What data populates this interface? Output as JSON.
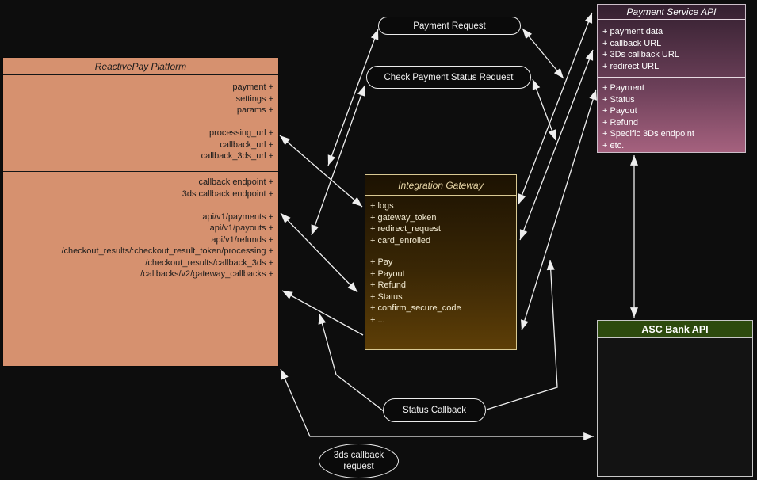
{
  "canvas": {
    "background": "#0d0d0d",
    "arrow_color": "#eeeeee"
  },
  "nodes": {
    "reactivepay_platform": {
      "title": "ReactivePay Platform",
      "fill": "#d6916f",
      "text_color": "#1c1c1c",
      "attributes": [
        "payment +",
        "settings +",
        "params +",
        "",
        "processing_url +",
        "callback_url +",
        "callback_3ds_url +"
      ],
      "methods": [
        "callback endpoint +",
        "3ds callback endpoint +",
        "",
        "api/v1/payments +",
        "api/v1/payouts +",
        "api/v1/refunds +",
        "/checkout_results/:checkout_result_token/processing +",
        "/checkout_results/callback_3ds +",
        "/callbacks/v2/gateway_callbacks +"
      ]
    },
    "payment_service_api": {
      "title": "Payment Service API",
      "fill_top": "#342030",
      "fill_bottom": "#a5617e",
      "text_color": "#ffffff",
      "attributes": [
        "+ payment data",
        "+ callback URL",
        "+ 3Ds callback URL",
        "+ redirect URL"
      ],
      "methods": [
        "+ Payment",
        "+ Status",
        "+ Payout",
        "+ Refund",
        "+ Specific 3Ds endpoint",
        "+ etc."
      ]
    },
    "integration_gateway": {
      "title": "Integration Gateway",
      "fill_top": "#1c1202",
      "fill_bottom": "#5d3e07",
      "border_color": "#d9c993",
      "text_color": "#f2ead2",
      "attributes": [
        "+ logs",
        "+ gateway_token",
        "+ redirect_request",
        "+ card_enrolled"
      ],
      "methods": [
        "+ Pay",
        "+ Payout",
        "+ Refund",
        "+ Status",
        "+ confirm_secure_code",
        "+ ..."
      ]
    },
    "asc_bank_api": {
      "title": "ASC Bank API",
      "header_fill": "#2d4a0e",
      "text_color": "#ffffff"
    }
  },
  "edge_labels": {
    "payment_request": "Payment Request",
    "check_payment_status_request": "Check Payment Status Request",
    "status_callback": "Status Callback",
    "three_ds_callback_line1": "3ds callback",
    "three_ds_callback_line2": "request"
  }
}
